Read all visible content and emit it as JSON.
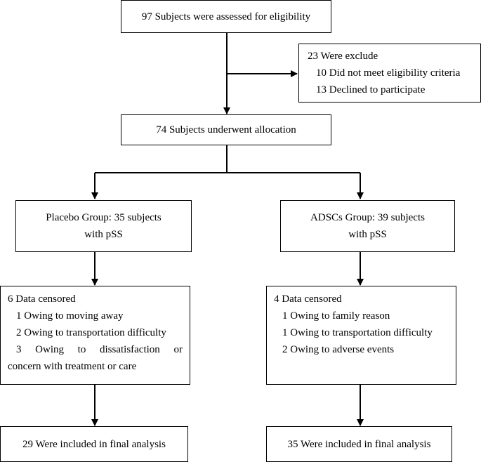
{
  "nodes": {
    "assessed": "97 Subjects were assessed for eligibility",
    "excluded": {
      "title": "23 Were exclude",
      "items": [
        "10 Did not meet eligibility criteria",
        "13 Declined to participate"
      ]
    },
    "allocation": "74 Subjects underwent allocation",
    "placebo": {
      "line1": "Placebo Group: 35 subjects",
      "line2": "with pSS"
    },
    "adscs": {
      "line1": "ADSCs Group: 39 subjects",
      "line2": "with pSS"
    },
    "placebo_censored": {
      "title": "6 Data censored",
      "items": [
        "1 Owing to moving away",
        "2 Owing to transportation difficulty"
      ],
      "item3_words": [
        "3",
        "Owing",
        "to",
        "dissatisfaction",
        "or"
      ],
      "item3_cont": "concern with treatment or care"
    },
    "adscs_censored": {
      "title": "4 Data censored",
      "items": [
        "1 Owing to family reason",
        "1 Owing to transportation difficulty",
        "2 Owing to adverse events"
      ]
    },
    "placebo_final": "29 Were included in final analysis",
    "adscs_final": "35 Were included in final analysis"
  }
}
